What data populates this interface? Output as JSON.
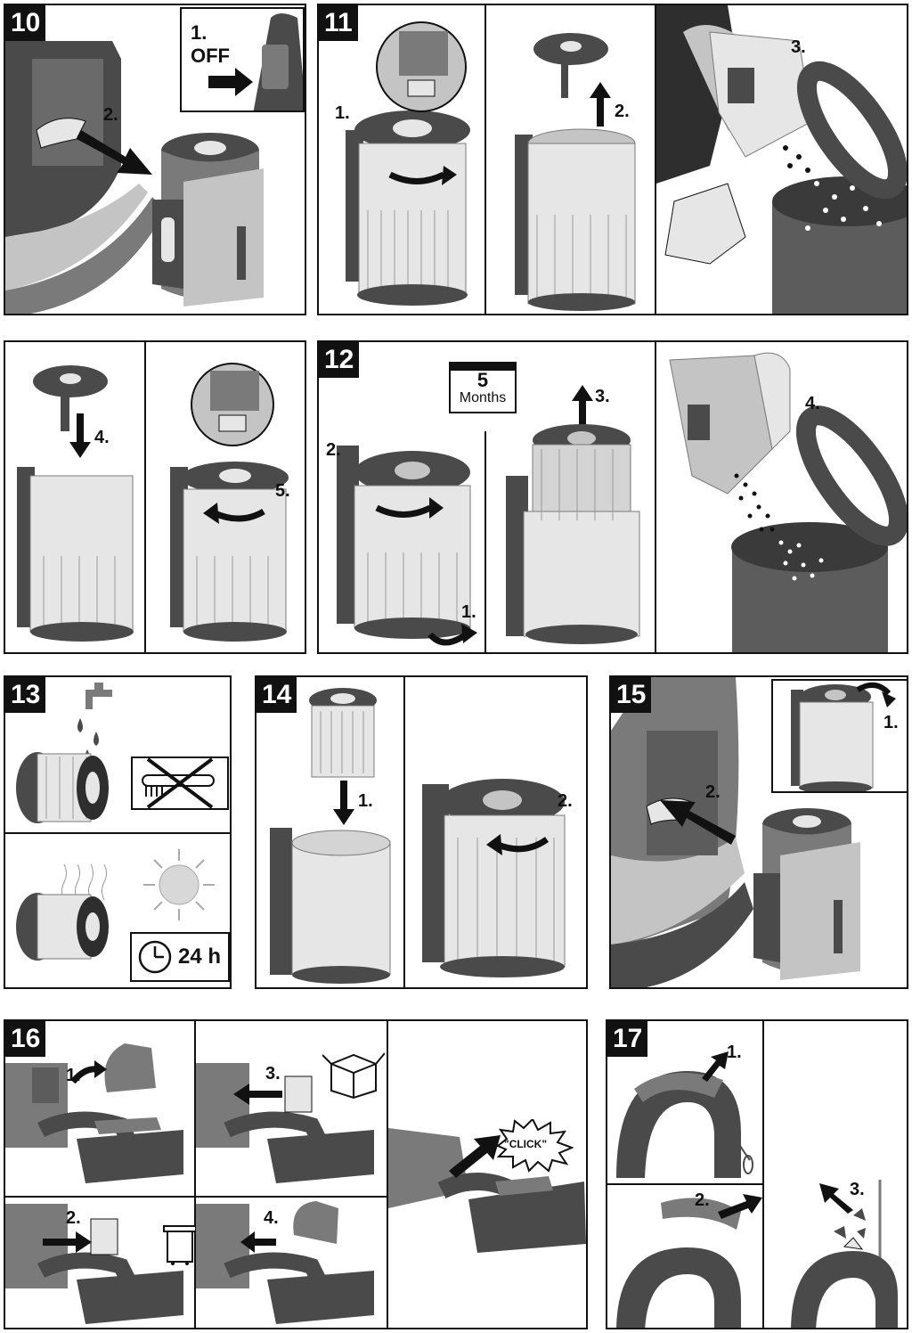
{
  "colors": {
    "ink": "#111111",
    "dark": "#4a4a4a",
    "mid": "#7a7a7a",
    "light": "#c4c4c4",
    "pale": "#e6e6e6"
  },
  "step10": {
    "number": "10",
    "inset_step": "1.",
    "inset_text": "OFF",
    "step2": "2."
  },
  "step11": {
    "number": "11",
    "step1": "1.",
    "step2": "2.",
    "step3": "3."
  },
  "step11b": {
    "step4": "4.",
    "step5": "5."
  },
  "step12": {
    "number": "12",
    "calendar_value": "5",
    "calendar_unit": "Months",
    "step1": "1.",
    "step2": "2.",
    "step3": "3.",
    "step4": "4."
  },
  "step13": {
    "number": "13",
    "duration": "24 h"
  },
  "step14": {
    "number": "14",
    "step1": "1.",
    "step2": "2."
  },
  "step15": {
    "number": "15",
    "step1": "1.",
    "step2": "2."
  },
  "step16": {
    "number": "16",
    "step1": "1.",
    "step2": "2.",
    "step3": "3.",
    "step4": "4.",
    "click_text": "\"CLICK\""
  },
  "step17": {
    "number": "17",
    "step1": "1.",
    "step2": "2.",
    "step3": "3."
  },
  "icons": [
    "faucet-icon",
    "water-drop-icon",
    "no-brush-icon",
    "sun-icon",
    "clock-icon",
    "calendar-icon",
    "trash-bin-icon",
    "box-icon",
    "click-burst-icon",
    "arrow-icon"
  ]
}
